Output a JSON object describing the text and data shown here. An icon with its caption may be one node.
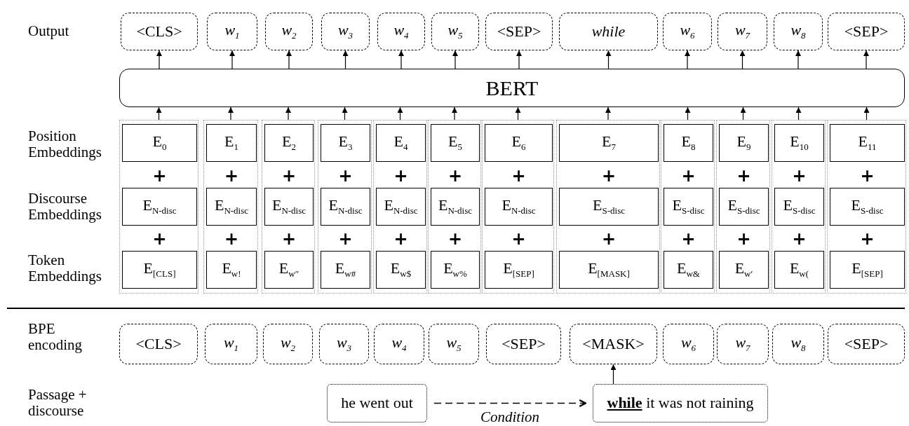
{
  "diagram": {
    "nodes": [
      {
        "text": [
          "<CLS>"
        ]
      },
      {
        "text": [
          "w$_{1}$"
        ]
      },
      {
        "text": [
          "w$_{2}$"
        ]
      },
      {
        "text": [
          "w$_{3}$"
        ]
      },
      {
        "text": [
          "w$_{4}$"
        ]
      },
      {
        "text": [
          "w$_{5}$"
        ]
      },
      {
        "text": [
          "<SEP>"
        ]
      },
      {
        "text": [
          "while"
        ]
      },
      {
        "text": [
          "w$_{6}$"
        ]
      },
      {
        "text": [
          "w$_{7}$"
        ]
      },
      {
        "text": [
          "w$_{8}$"
        ]
      },
      {
        "text": [
          "<SEP>"
        ]
      },
      {
        "text": [
          "BERT"
        ]
      },
      {
        "text": [],
        "shape": "box"
      },
      {
        "text": [
          "E$_{0}$"
        ],
        "in": 13
      },
      {
        "text": [
          "E$_{N-disc}$"
        ],
        "in": 13
      },
      {
        "text": [
          "E$_{[CLS]}$"
        ],
        "in": 13
      },
      {
        "text": [],
        "shape": "box"
      },
      {
        "text": [
          "E$_{1}$"
        ],
        "in": 17
      },
      {
        "text": [
          "E$_{N-disc}$"
        ],
        "in": 17
      },
      {
        "text": [
          "E$_{w!}$"
        ],
        "in": 17
      },
      {
        "text": [],
        "shape": "box"
      },
      {
        "text": [
          "E$_{2}$"
        ],
        "in": 21
      },
      {
        "text": [
          "E$_{N-disc}$"
        ],
        "in": 21
      },
      {
        "text": [
          "E$_{w″}$"
        ],
        "in": 21
      },
      {
        "text": [],
        "shape": "box"
      },
      {
        "text": [
          "E$_{3}$"
        ],
        "in": 25
      },
      {
        "text": [
          "E$_{N-disc}$"
        ],
        "in": 25
      },
      {
        "text": [
          "E$_{w#}$"
        ],
        "in": 25
      },
      {
        "text": [],
        "shape": "box"
      },
      {
        "text": [
          "E$_{4}$"
        ],
        "in": 29
      },
      {
        "text": [
          "E$_{N-disc}$"
        ],
        "in": 29
      },
      {
        "text": [
          "E$_{w$}$"
        ],
        "in": 29
      },
      {
        "text": [],
        "shape": "box"
      },
      {
        "text": [
          "E$_{5}$"
        ],
        "in": 33
      },
      {
        "text": [
          "E$_{N-disc}$"
        ],
        "in": 33
      },
      {
        "text": [
          "E$_{w%}$"
        ],
        "in": 33
      },
      {
        "text": [],
        "shape": "box"
      },
      {
        "text": [
          "E$_{6}$"
        ],
        "in": 37
      },
      {
        "text": [
          "E$_{N-disc}$"
        ],
        "in": 37
      },
      {
        "text": [
          "E$_{[SEP]}$"
        ],
        "in": 37
      },
      {
        "text": [],
        "shape": "box"
      },
      {
        "text": [
          "E$_{7}$"
        ],
        "in": 41
      },
      {
        "text": [
          "E$_{S-disc}$"
        ],
        "in": 41
      },
      {
        "text": [
          "E$_{[MASK]}$"
        ],
        "in": 41
      },
      {
        "text": [],
        "shape": "box"
      },
      {
        "text": [
          "E$_{8}$"
        ],
        "in": 45
      },
      {
        "text": [
          "E$_{S-disc}$"
        ],
        "in": 45
      },
      {
        "text": [
          "E$_{w&}$"
        ],
        "in": 45
      },
      {
        "text": [],
        "shape": "box"
      },
      {
        "text": [
          "E$_{9}$"
        ],
        "in": 49
      },
      {
        "text": [
          "E$_{S-disc}$"
        ],
        "in": 49
      },
      {
        "text": [
          "E$_{w′}$"
        ],
        "in": 49
      },
      {
        "text": [],
        "shape": "box"
      },
      {
        "text": [
          "E$_{10}$"
        ],
        "in": 53
      },
      {
        "text": [
          "E$_{S-disc}$"
        ],
        "in": 53
      },
      {
        "text": [
          "E$_{w(}$"
        ],
        "in": 53
      },
      {
        "text": [],
        "shape": "box"
      },
      {
        "text": [
          "E$_{11}$"
        ],
        "in": 57
      },
      {
        "text": [
          "E$_{S-disc}$"
        ],
        "in": 57
      },
      {
        "text": [
          "E$_{[SEP]}$"
        ],
        "in": 57
      },
      {
        "text": [
          "<CLS>"
        ]
      },
      {
        "text": [
          "w$_{1}$"
        ]
      },
      {
        "text": [
          "w$_{2}$"
        ]
      },
      {
        "text": [
          "w$_{3}$"
        ]
      },
      {
        "text": [
          "w$_{4}$"
        ]
      },
      {
        "text": [
          "w$_{5}$"
        ]
      },
      {
        "text": [
          "<SEP>"
        ]
      },
      {
        "text": [
          "<MASK>"
        ]
      },
      {
        "text": [
          "w$_{6}$"
        ]
      },
      {
        "text": [
          "w$_{7}$"
        ]
      },
      {
        "text": [
          "w$_{8}$"
        ]
      },
      {
        "text": [
          "<SEP>"
        ]
      },
      {
        "text": [
          "he went out"
        ]
      },
      {
        "text": [
          "**while** it was not raining"
        ]
      }
    ],
    "edges": [
      {
        "from": 12,
        "to": 0,
        "arrow": "to"
      },
      {
        "from": 12,
        "to": 1,
        "arrow": "to"
      },
      {
        "from": 12,
        "to": 2,
        "arrow": "to"
      },
      {
        "from": 12,
        "to": 3,
        "arrow": "to"
      },
      {
        "from": 12,
        "to": 4,
        "arrow": "to"
      },
      {
        "from": 12,
        "to": 5,
        "arrow": "to"
      },
      {
        "from": 12,
        "to": 6,
        "arrow": "to"
      },
      {
        "from": 12,
        "to": 7,
        "arrow": "to"
      },
      {
        "from": 12,
        "to": 8,
        "arrow": "to"
      },
      {
        "from": 12,
        "to": 9,
        "arrow": "to"
      },
      {
        "from": 12,
        "to": 10,
        "arrow": "to"
      },
      {
        "from": 12,
        "to": 11,
        "arrow": "to"
      },
      {
        "from": 13,
        "to": 12,
        "arrow": "to"
      },
      {
        "from": 17,
        "to": 12,
        "arrow": "to"
      },
      {
        "from": 21,
        "to": 12,
        "arrow": "to"
      },
      {
        "from": 25,
        "to": 12,
        "arrow": "to"
      },
      {
        "from": 29,
        "to": 12,
        "arrow": "to"
      },
      {
        "from": 33,
        "to": 12,
        "arrow": "to"
      },
      {
        "from": 37,
        "to": 12,
        "arrow": "to"
      },
      {
        "from": 41,
        "to": 12,
        "arrow": "to"
      },
      {
        "from": 45,
        "to": 12,
        "arrow": "to"
      },
      {
        "from": 49,
        "to": 12,
        "arrow": "to"
      },
      {
        "from": 53,
        "to": 12,
        "arrow": "to"
      },
      {
        "from": 57,
        "to": 12,
        "arrow": "to"
      },
      {
        "from": 74,
        "to": 68,
        "arrow": "to"
      },
      {
        "from": 73,
        "to": 74,
        "arrow": "to",
        "label": "Condition",
        "style": "dashed"
      }
    ],
    "labels": [
      "Output",
      "Position Embeddings",
      "+",
      "+",
      "+",
      "+",
      "+",
      "+",
      "+",
      "+",
      "+",
      "+",
      "+",
      "+",
      "Discourse Embeddings",
      "+",
      "+",
      "+",
      "+",
      "+",
      "+",
      "+",
      "+",
      "+",
      "+",
      "+",
      "+",
      "Token Embeddings",
      "BPE encoding",
      "Passage + discourse"
    ]
  }
}
